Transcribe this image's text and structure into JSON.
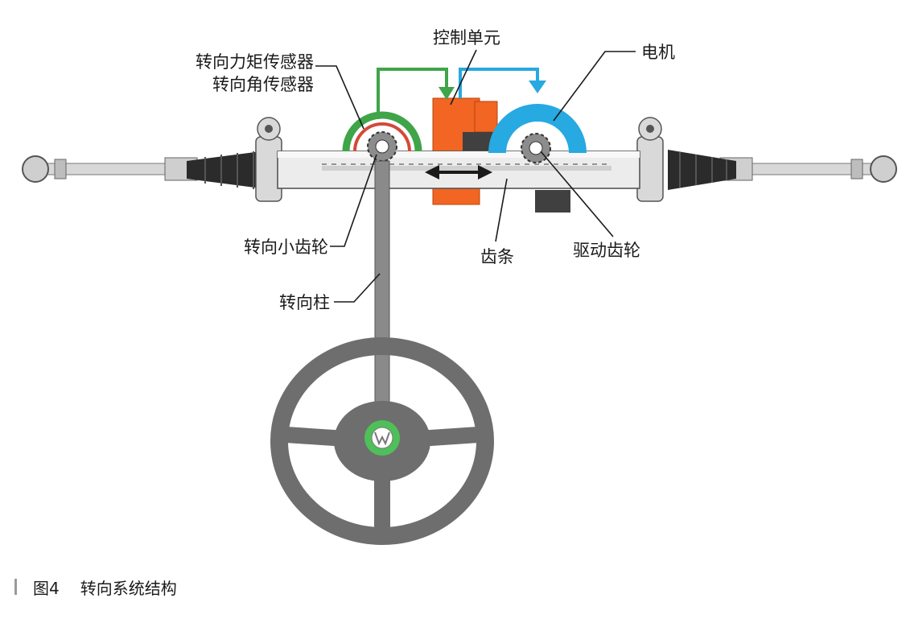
{
  "labels": {
    "torque_sensor": "转向力矩传感器",
    "angle_sensor": "转向角传感器",
    "control_unit": "控制单元",
    "motor": "电机",
    "pinion": "转向小齿轮",
    "rack": "齿条",
    "drive_gear": "驱动齿轮",
    "column": "转向柱"
  },
  "caption": {
    "number": "图4",
    "title": "转向系统结构"
  },
  "colors": {
    "sensor_green": "#3fa548",
    "control_orange": "#f26522",
    "motor_blue": "#27a9e1",
    "housing_gray": "#e6e6e6",
    "boot_dark": "#2b2b2b",
    "wheel_gray": "#6e6e6e"
  }
}
